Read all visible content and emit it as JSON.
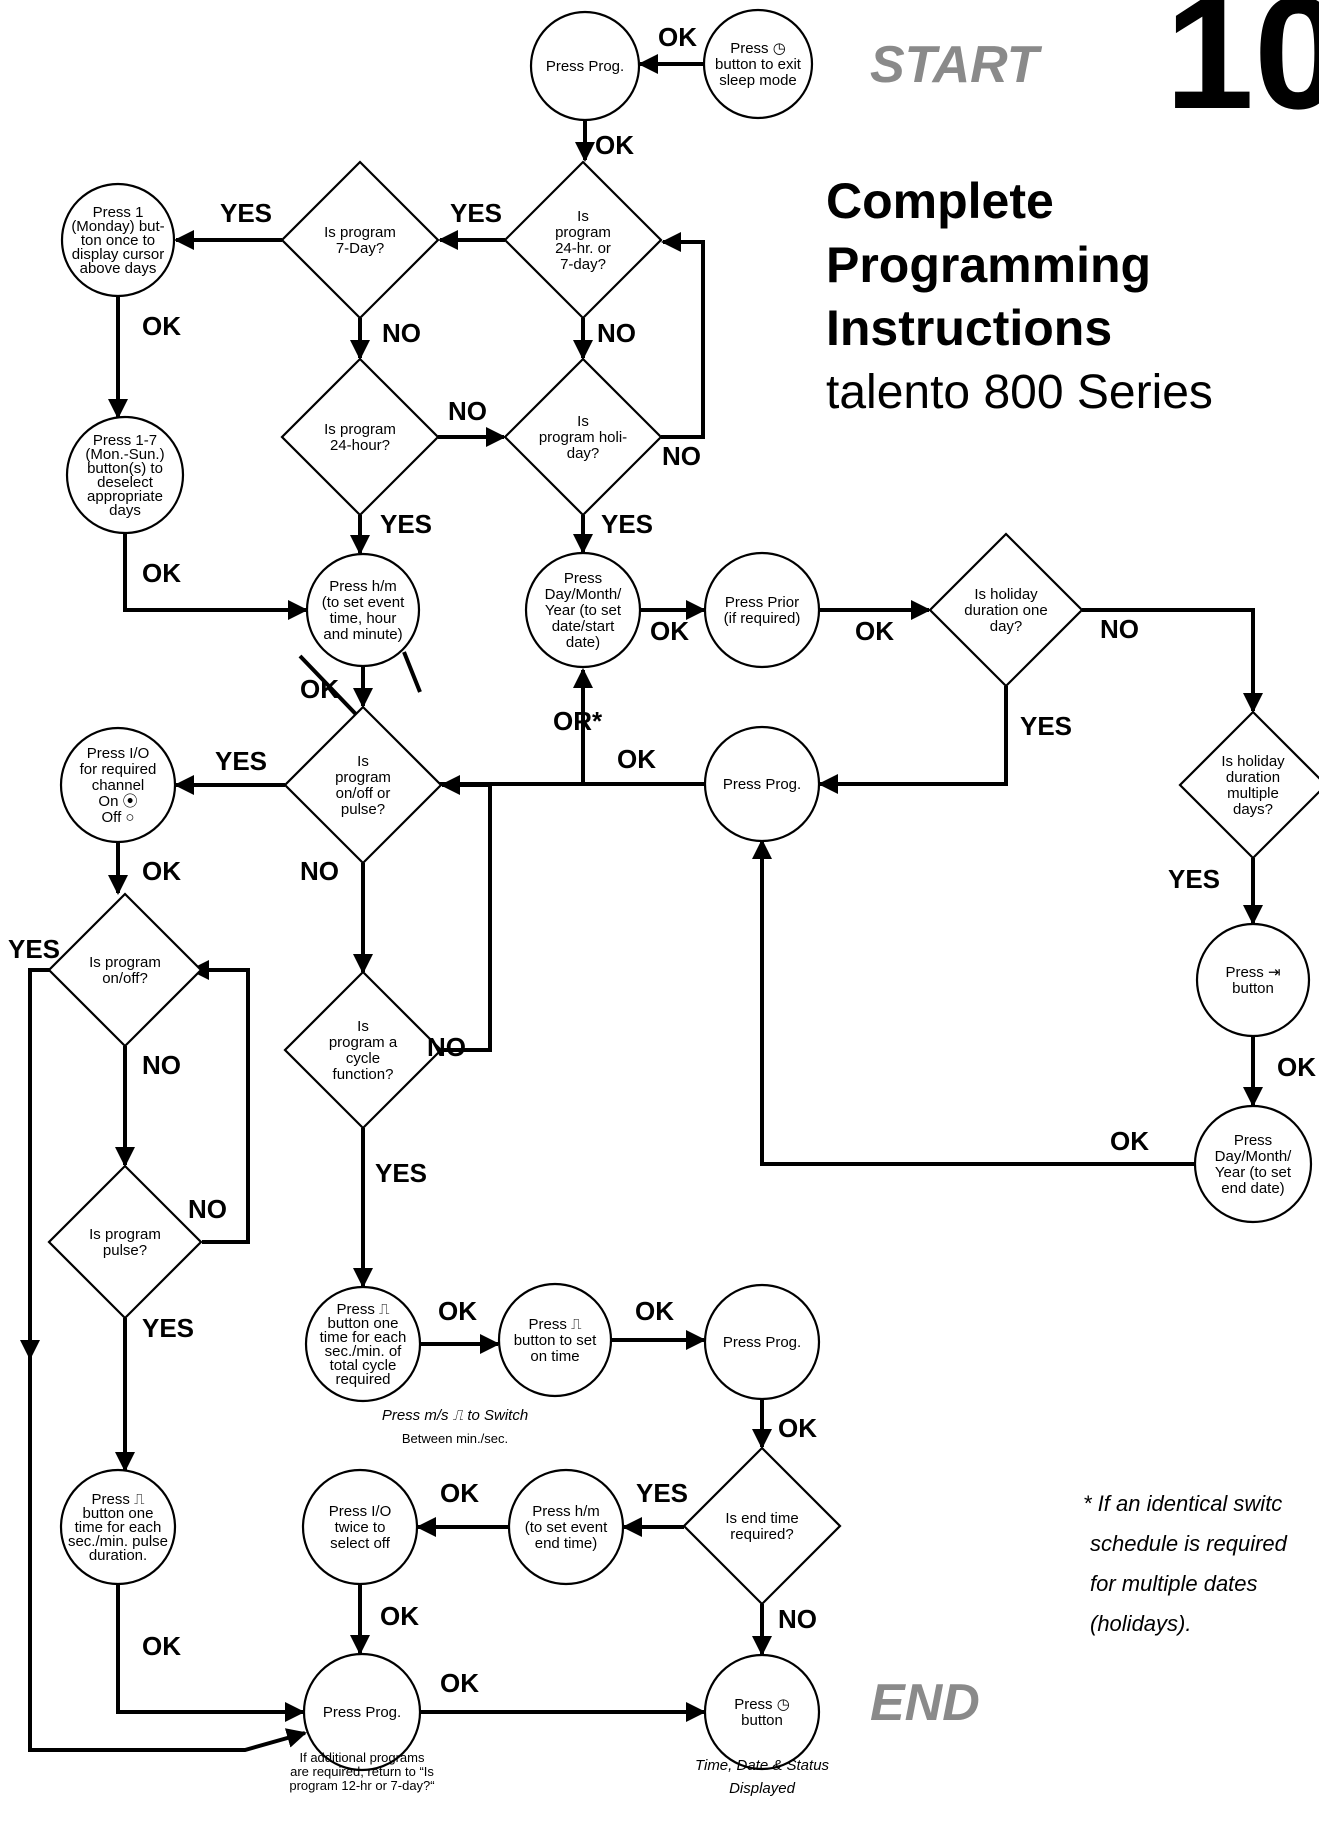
{
  "header": {
    "page_number": "10",
    "start_label": "START",
    "end_label": "END",
    "title_lines": [
      "Complete",
      "Programming",
      "Instructions"
    ],
    "subtitle": "talento 800 Series"
  },
  "nodes": {
    "exit_sleep": [
      "Press ◷",
      "button to exit",
      "sleep mode"
    ],
    "press_prog_top": [
      "Press Prog."
    ],
    "is_24hr_or_7day": [
      "Is",
      "program",
      "24-hr. or",
      "7-day?"
    ],
    "is_7day": [
      "Is program",
      "7-Day?"
    ],
    "press_monday": [
      "Press 1",
      "(Monday) but-",
      "ton once to",
      "display cursor",
      "above days"
    ],
    "is_24hour": [
      "Is program",
      "24-hour?"
    ],
    "is_holiday": [
      "Is",
      "program holi-",
      "day?"
    ],
    "press_1_7": [
      "Press 1-7",
      "(Mon.-Sun.)",
      "button(s) to",
      "deselect",
      "appropriate",
      "days"
    ],
    "press_hm": [
      "Press h/m",
      "(to set event",
      "time, hour",
      "and minute)"
    ],
    "press_day_month_start": [
      "Press",
      "Day/Month/",
      "Year (to set",
      "date/start",
      "date)"
    ],
    "press_prior": [
      "Press Prior",
      "(if required)"
    ],
    "is_holiday_one_day": [
      "Is holiday",
      "duration one",
      "day?"
    ],
    "press_io": [
      "Press I/O",
      "for required",
      "channel",
      "On ⦿",
      "Off ○"
    ],
    "is_onoff_pulse": [
      "Is",
      "program",
      "on/off or",
      "pulse?"
    ],
    "press_prog_mid": [
      "Press Prog."
    ],
    "is_holiday_multi": [
      "Is holiday",
      "duration",
      "multiple",
      "days?"
    ],
    "is_onoff": [
      "Is program",
      "on/off?"
    ],
    "is_cycle": [
      "Is",
      "program a",
      "cycle",
      "function?"
    ],
    "press_skip": [
      "Press ⇥",
      "button"
    ],
    "press_day_month_end": [
      "Press",
      "Day/Month/",
      "Year (to set",
      "end date)"
    ],
    "is_pulse": [
      "Is program",
      "pulse?"
    ],
    "press_cycle": [
      "Press ⎍",
      "button one",
      "time for each",
      "sec./min. of",
      "total cycle",
      "required"
    ],
    "press_pulse_on": [
      "Press ⎍",
      "button to set",
      "on time"
    ],
    "press_prog_right": [
      "Press Prog."
    ],
    "is_end_time": [
      "Is end time",
      "required?"
    ],
    "press_pulse_dur": [
      "Press ⎍",
      "button one",
      "time for each",
      "sec./min. pulse",
      "duration."
    ],
    "press_io_twice": [
      "Press I/O",
      "twice to",
      "select off"
    ],
    "press_hm_end": [
      "Press h/m",
      "(to set event",
      "end time)"
    ],
    "press_prog_bottom": [
      "Press Prog."
    ],
    "press_clock_end": [
      "Press ◷",
      "button"
    ]
  },
  "edge_labels": {
    "ok": "OK",
    "yes": "YES",
    "no": "NO",
    "or_star": "OR*"
  },
  "captions": {
    "switch_note_1": "Press  m/s ⎍  to Switch",
    "switch_note_2": "Between min./sec.",
    "return_note": [
      "If additional programs",
      "are required, return to “Is",
      "program 12-hr or 7-day?“"
    ],
    "end_note": [
      "Time, Date & Status",
      "Displayed"
    ]
  },
  "footnote": [
    "* If an identical switc",
    "schedule is required",
    "for multiple dates",
    "(holidays)."
  ]
}
